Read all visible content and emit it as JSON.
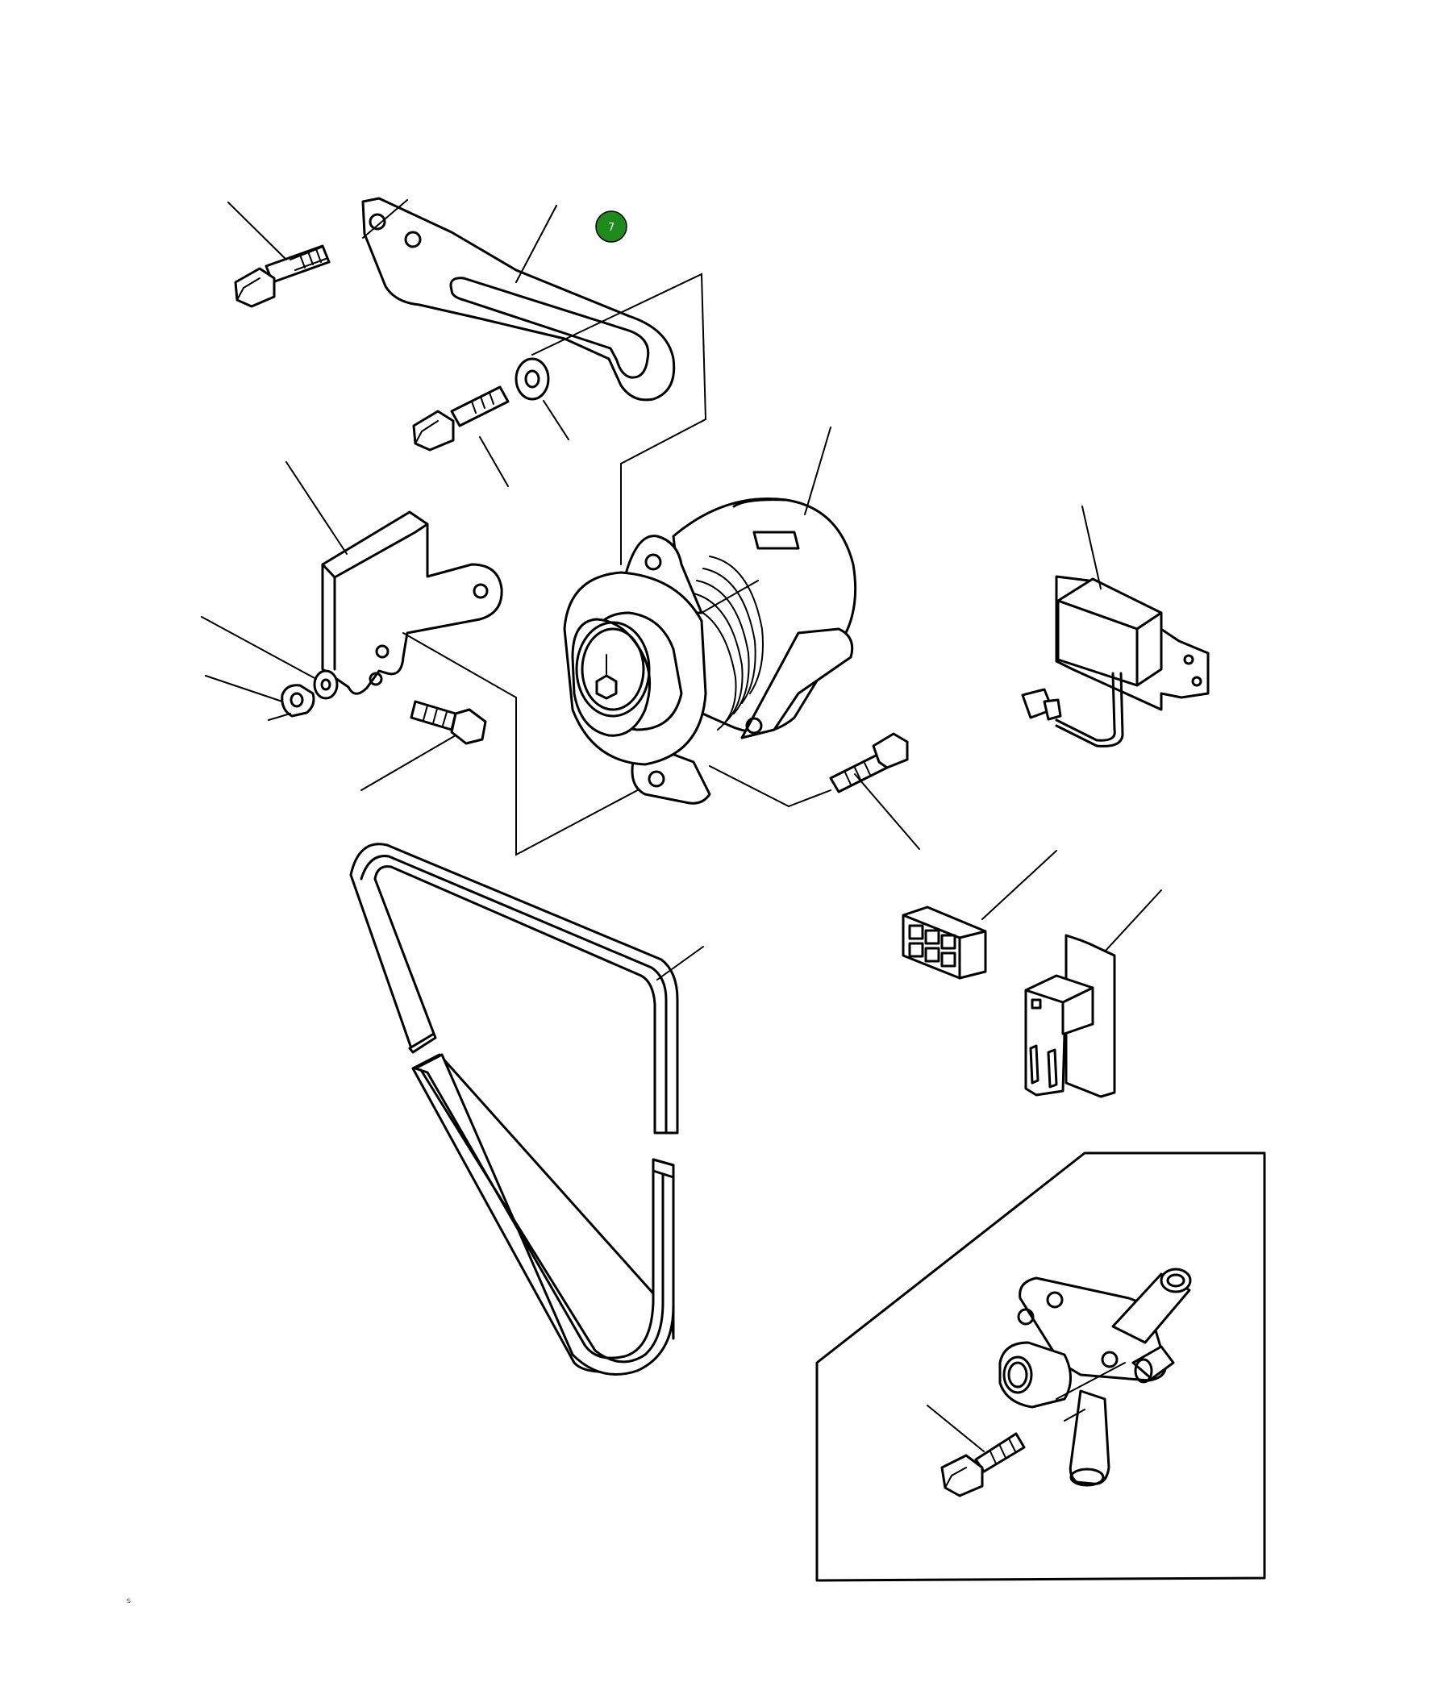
{
  "diagram": {
    "callouts": [
      {
        "id": "callout-7",
        "label": "7",
        "color": "#1e8a1e"
      }
    ],
    "corner_mark": "s"
  }
}
